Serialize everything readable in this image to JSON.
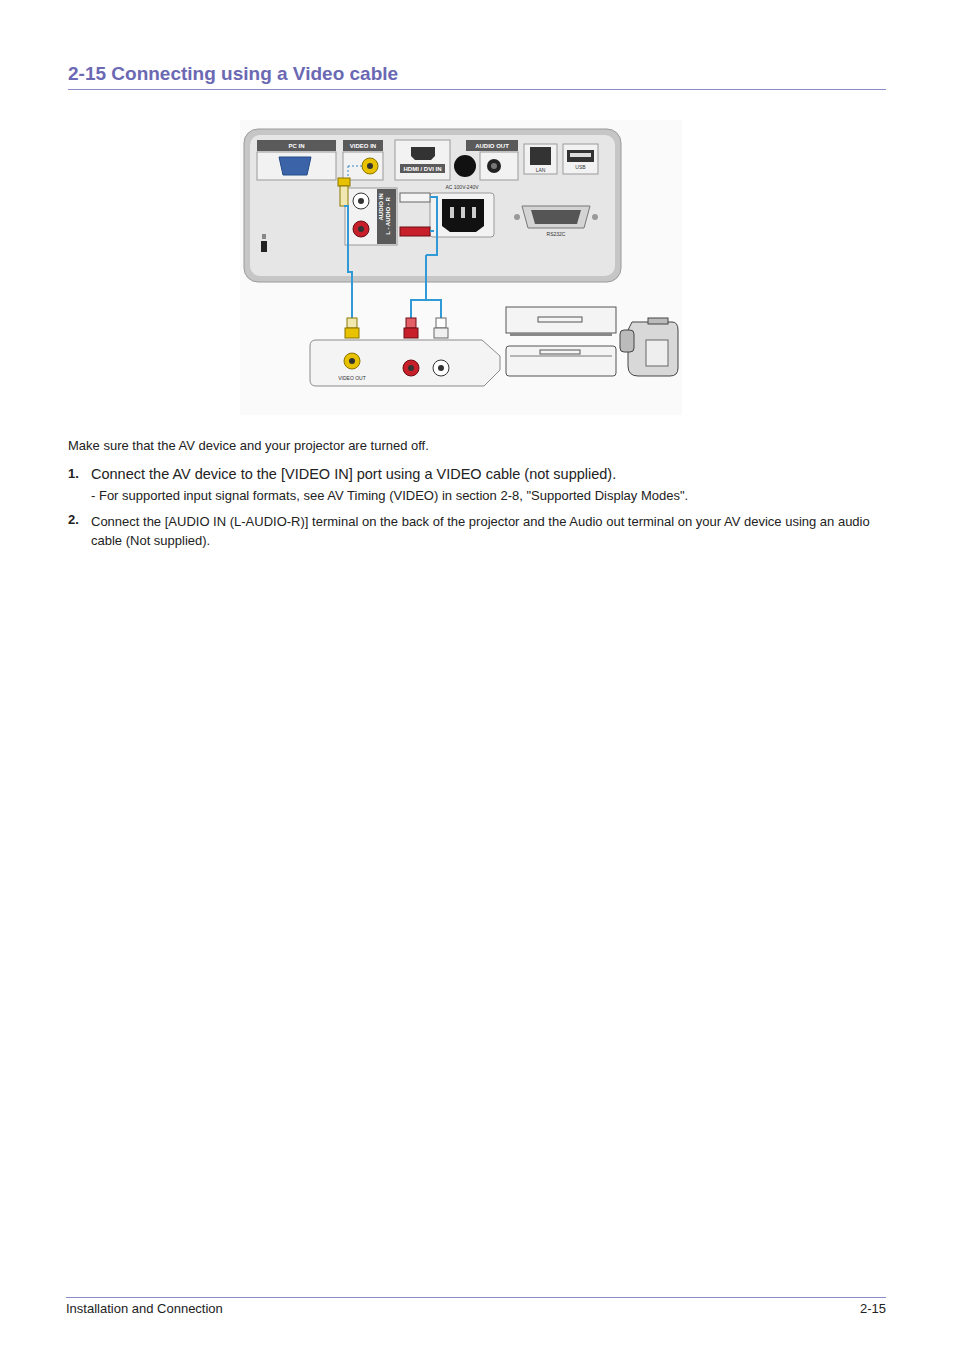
{
  "diagram": {
    "title": "2-15 Connecting using a Video cable",
    "labels": [
      "PC IN",
      "VIDEO IN",
      "HDMI / DVI IN",
      "AUDIO OUT",
      "LAN",
      "USB",
      "AUDIO IN",
      "L - AUDIO - R",
      "AC 100V-240V",
      "RS232C",
      "VIDEO OUT",
      "Make sure that the AV device and your projector are turned off.",
      "1.",
      "Connect the AV device to the [VIDEO IN] port using a VIDEO cable (not supplied).",
      "- For supported input signal formats, see AV Timing (VIDEO) in section 2-8, \"Supported Display Modes\".",
      "2.",
      "Connect the [AUDIO IN (L-AUDIO-R)] terminal on the back of the projector and the Audio out terminal on your AV device using an audio cable (Not supplied).",
      "Installation and Connection",
      "2-15"
    ]
  }
}
